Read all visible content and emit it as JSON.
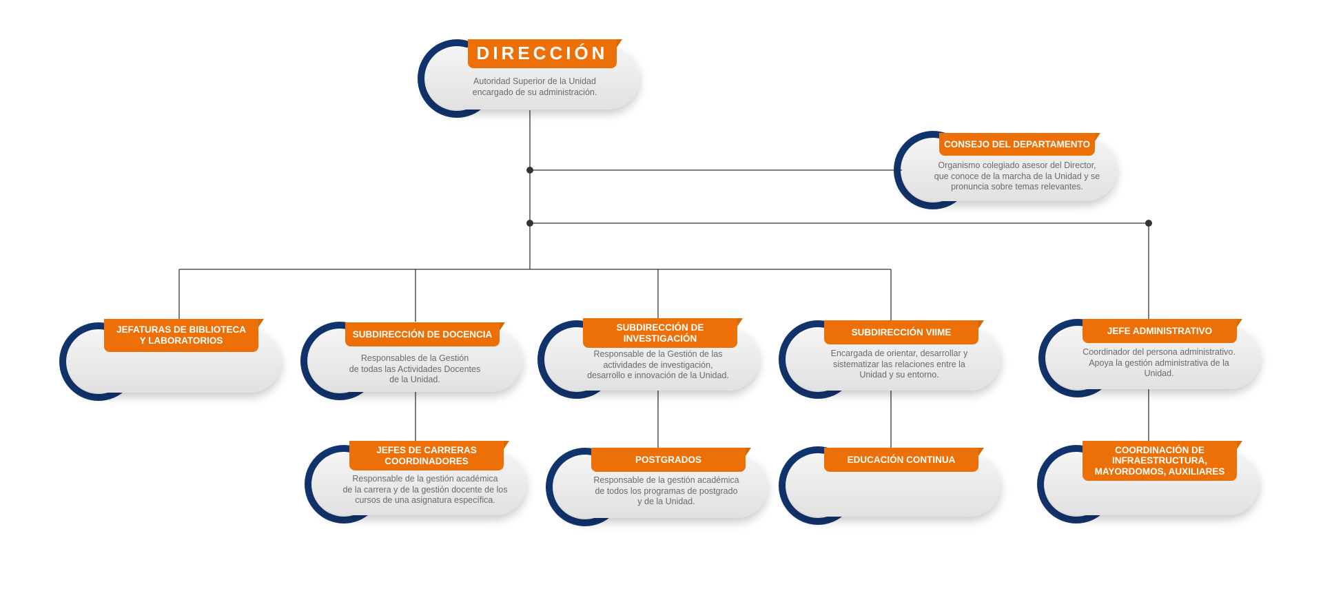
{
  "colors": {
    "accent": "#ec7007",
    "arc": "#12346e",
    "line": "#333333"
  },
  "nodes": {
    "direccion": {
      "title": "DIRECCIÓN",
      "desc_1": "Autoridad Superior de la Unidad",
      "desc_2": "encargado de su administración."
    },
    "consejo": {
      "title": "CONSEJO DEL DEPARTAMENTO",
      "desc_1": "Organismo colegiado asesor del Director,",
      "desc_2": "que conoce de la marcha de la Unidad y se",
      "desc_3": "pronuncia sobre temas relevantes."
    },
    "jefaturas": {
      "title_1": "JEFATURAS DE BIBLIOTECA",
      "title_2": "Y LABORATORIOS"
    },
    "docencia": {
      "title": "SUBDIRECCIÓN DE DOCENCIA",
      "desc_1": "Responsables de la Gestión",
      "desc_2": "de todas las Actividades Docentes",
      "desc_3": "de la Unidad."
    },
    "investigacion": {
      "title_1": "SUBDIRECCIÓN DE",
      "title_2": "INVESTIGACIÓN",
      "desc_1": "Responsable de la Gestión de las",
      "desc_2": "actividades de investigación,",
      "desc_3": "desarrollo e innovación de la Unidad."
    },
    "viime": {
      "title": "SUBDIRECCIÓN VIIME",
      "desc_1": "Encargada de orientar, desarrollar y",
      "desc_2": "sistematizar las relaciones entre la",
      "desc_3": "Unidad y su entorno."
    },
    "jefe_admin": {
      "title": "JEFE ADMINISTRATIVO",
      "desc_1": "Coordinador del persona administrativo.",
      "desc_2": "Apoya la gestión administrativa de la",
      "desc_3": "Unidad."
    },
    "jefes_carreras": {
      "title_1": "JEFES DE CARRERAS",
      "title_2": "COORDINADORES",
      "desc_1": "Responsable de la gestión académica",
      "desc_2": "de la carrera y de la gestión docente de los",
      "desc_3": "cursos de una asignatura específica."
    },
    "postgrados": {
      "title": "POSTGRADOS",
      "desc_1": "Responsable de la gestión académica",
      "desc_2": "de todos los programas de postgrado",
      "desc_3": "y de la Unidad."
    },
    "educacion": {
      "title": "EDUCACIÓN CONTINUA"
    },
    "coordinacion": {
      "title_1": "COORDINACIÓN DE",
      "title_2": "INFRAESTRUCTURA,",
      "title_3": "MAYORDOMOS, AUXILIARES"
    }
  }
}
